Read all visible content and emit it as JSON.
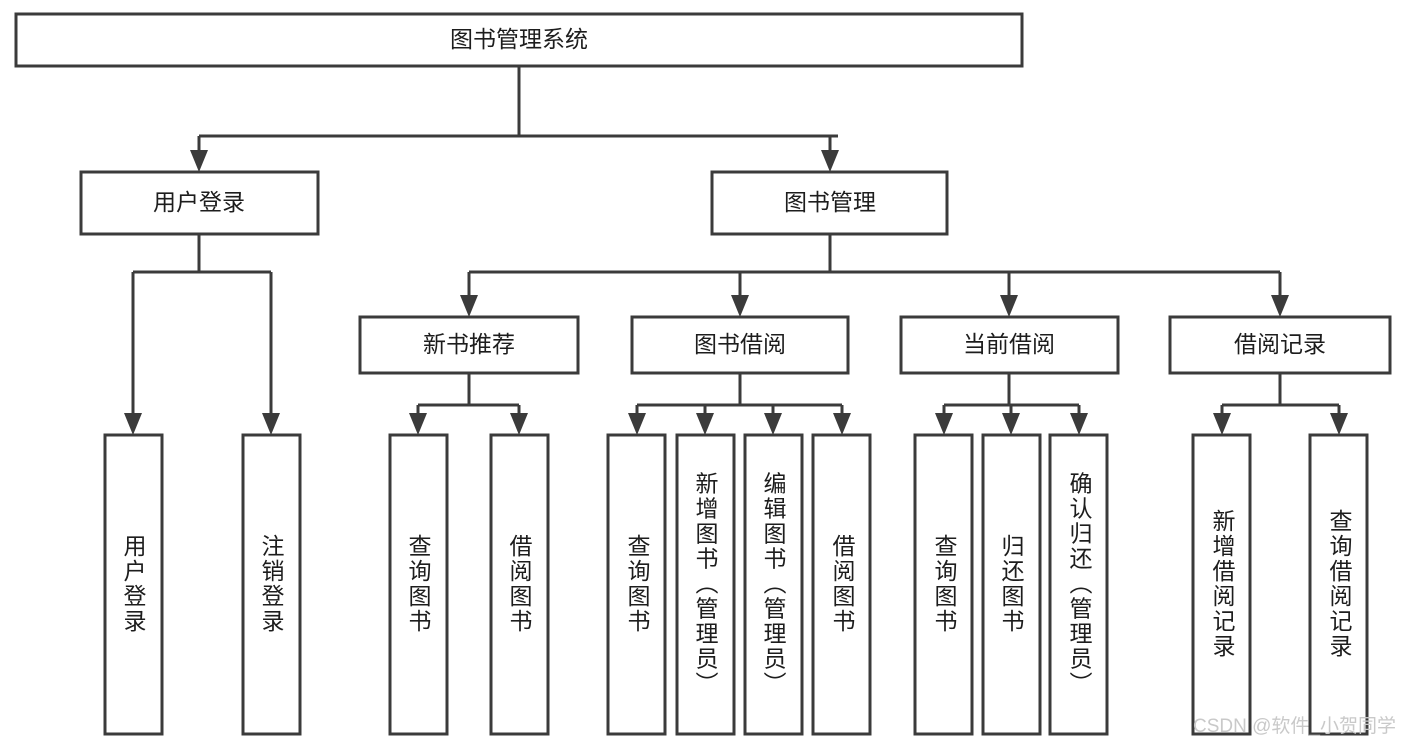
{
  "diagram": {
    "type": "tree-hierarchy",
    "title": "图书管理系统",
    "orientation": "top-down",
    "colors": {
      "stroke": "#3b3b3b",
      "box_fill": "#ffffff",
      "text": "#1d1d1d",
      "background": "#ffffff",
      "watermark": "#c9c9c9"
    },
    "root": {
      "label": "图书管理系统"
    },
    "level2": [
      {
        "label": "用户登录"
      },
      {
        "label": "图书管理"
      }
    ],
    "level3": [
      {
        "label": "新书推荐"
      },
      {
        "label": "图书借阅"
      },
      {
        "label": "当前借阅"
      },
      {
        "label": "借阅记录"
      }
    ],
    "leaves": {
      "user_login": [
        {
          "label": "用户登录"
        },
        {
          "label": "注销登录"
        }
      ],
      "new_book_recommend": [
        {
          "label": "查询图书"
        },
        {
          "label": "借阅图书"
        }
      ],
      "book_borrow": [
        {
          "label": "查询图书"
        },
        {
          "label": "新增图书（管理员）"
        },
        {
          "label": "编辑图书（管理员）"
        },
        {
          "label": "借阅图书"
        }
      ],
      "current_borrow": [
        {
          "label": "查询图书"
        },
        {
          "label": "归还图书"
        },
        {
          "label": "确认归还（管理员）"
        }
      ],
      "borrow_record": [
        {
          "label": "新增借阅记录"
        },
        {
          "label": "查询借阅记录"
        }
      ]
    },
    "watermark": "CSDN @软件_小贺同学"
  }
}
